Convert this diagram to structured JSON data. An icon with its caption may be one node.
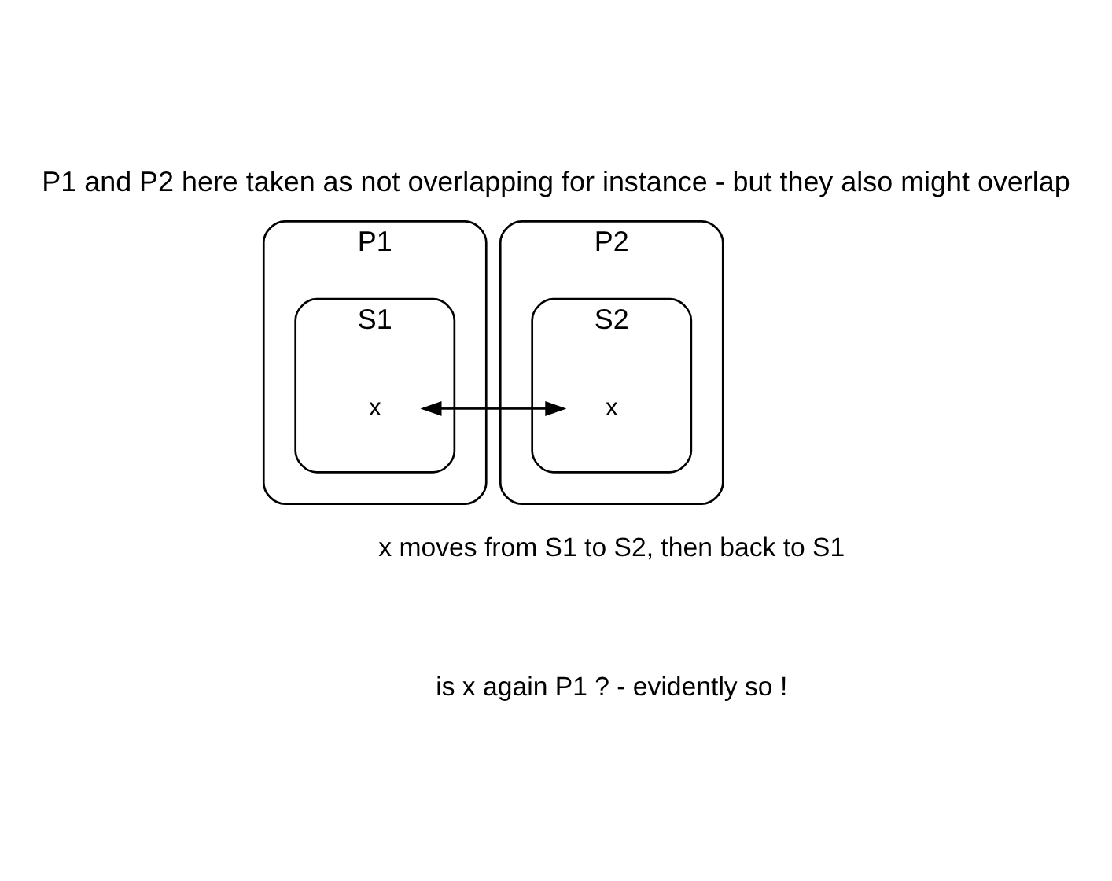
{
  "diagram": {
    "title": "P1 and P2 here taken as not overlapping for instance - but they also might overlap",
    "nodes": [
      {
        "text": [
          "P1"
        ]
      },
      {
        "text": [
          "S1"
        ],
        "in": 0
      },
      {
        "text": [
          "x"
        ],
        "in": 1
      },
      {
        "text": [
          "P2"
        ]
      },
      {
        "text": [
          "S2"
        ],
        "in": 3
      },
      {
        "text": [
          "x"
        ],
        "in": 4
      }
    ],
    "edges": [
      {
        "from": 2,
        "to": 5,
        "arrow": "to"
      },
      {
        "from": 5,
        "to": 2,
        "arrow": "to"
      }
    ],
    "labels": [
      "x moves from S1 to S2, then back to S1",
      "is x again P1 ? - evidently so !"
    ]
  }
}
